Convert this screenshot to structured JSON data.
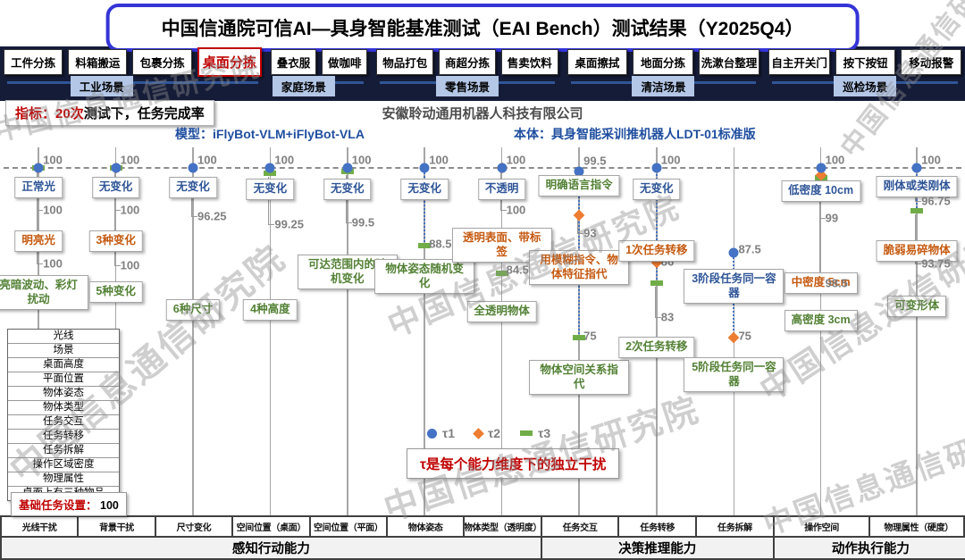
{
  "header": {
    "title": "中国信通院可信AI—具身智能基准测试（EAI Bench）测试结果（Y2025Q4）"
  },
  "task_groups": [
    {
      "scenario": "工业场景",
      "tasks": [
        {
          "label": "工件分拣",
          "active": false
        },
        {
          "label": "料箱搬运",
          "active": false
        },
        {
          "label": "包裹分拣",
          "active": false
        },
        {
          "label": "桌面分拣",
          "active": true
        }
      ]
    },
    {
      "scenario": "家庭场景",
      "tasks": [
        {
          "label": "叠衣服",
          "active": false
        },
        {
          "label": "做咖啡",
          "active": false
        }
      ]
    },
    {
      "scenario": "零售场景",
      "tasks": [
        {
          "label": "物品打包",
          "active": false
        },
        {
          "label": "商超分拣",
          "active": false
        },
        {
          "label": "售卖饮料",
          "active": false
        }
      ]
    },
    {
      "scenario": "清洁场景",
      "tasks": [
        {
          "label": "桌面擦拭",
          "active": false
        },
        {
          "label": "地面分拣",
          "active": false
        },
        {
          "label": "洗漱台整理",
          "active": false
        }
      ]
    },
    {
      "scenario": "巡检场景",
      "tasks": [
        {
          "label": "自主开关门",
          "active": false
        },
        {
          "label": "按下按钮",
          "active": false
        },
        {
          "label": "移动报警",
          "active": false
        }
      ]
    }
  ],
  "indicator": {
    "label": "指标：",
    "highlight": "20次",
    "rest": "测试下，任务完成率"
  },
  "company": "安徽聆动通用机器人科技有限公司",
  "model": {
    "label": "模型：",
    "value": "iFlyBot-VLM+iFlyBot-VLA"
  },
  "robot": {
    "label": "本体：",
    "value": "具身智能采训推机器人LDT-01标准版"
  },
  "dimension_list": {
    "items": [
      "光线",
      "场景",
      "桌面高度",
      "平面位置",
      "物体姿态",
      "物体类型",
      "任务交互",
      "任务转移",
      "任务拆解",
      "操作区域密度",
      "物理属性",
      "桌面上有三种物品"
    ],
    "base_label": "基础任务设置：",
    "base_value": "100"
  },
  "legend": {
    "items": [
      {
        "symbol": "circle",
        "color": "#4472C4",
        "label": "τ1"
      },
      {
        "symbol": "diamond",
        "color": "#ED7D31",
        "label": "τ2"
      },
      {
        "symbol": "dash",
        "color": "#70AD47",
        "label": "τ3"
      }
    ],
    "note": "τ是每个能力维度下的独立干扰"
  },
  "watermark": {
    "text": "中国信息通信研究院"
  },
  "chart_data": {
    "type": "scatter",
    "ylabel": "任务完成率",
    "ylim": [
      0,
      100
    ],
    "baseline": 100,
    "marker_map": {
      "tau1": "blue circle",
      "tau2": "orange diamond",
      "tau3": "green dash"
    },
    "groups": [
      {
        "label": "感知行动能力",
        "span": 7
      },
      {
        "label": "决策推理能力",
        "span": 3
      },
      {
        "label": "动作执行能力",
        "span": 2
      }
    ],
    "columns": [
      {
        "axis": "光线干扰",
        "group": "感知行动能力",
        "dotted": false,
        "points": [
          {
            "tau": 1,
            "label": "正常光",
            "color": "blue",
            "value": 100,
            "label_y": 33,
            "value_y": 14
          },
          {
            "tau": 2,
            "label": "明亮光",
            "color": "orange",
            "value": 100,
            "label_y": 93,
            "value_y": 70
          },
          {
            "tau": 3,
            "label": "亮暗波动、彩灯扰动",
            "color": "green",
            "value": 100,
            "label_y": 143,
            "value_y": 130
          }
        ]
      },
      {
        "axis": "背景干扰",
        "group": "感知行动能力",
        "dotted": false,
        "points": [
          {
            "tau": 1,
            "label": "无变化",
            "color": "blue",
            "value": 100,
            "label_y": 33,
            "value_y": 14
          },
          {
            "tau": 2,
            "label": "3种变化",
            "color": "orange",
            "value": 100,
            "label_y": 93,
            "value_y": 70
          },
          {
            "tau": 3,
            "label": "5种变化",
            "color": "green",
            "value": 100,
            "label_y": 150,
            "value_y": 132
          }
        ]
      },
      {
        "axis": "尺寸变化",
        "group": "感知行动能力",
        "dotted": false,
        "points": [
          {
            "tau": 1,
            "label": "无变化",
            "color": "blue",
            "value": 100,
            "label_y": 33,
            "value_y": 14
          },
          {
            "tau": 3,
            "label": "6种尺寸",
            "color": "green",
            "value": 96.25,
            "label_y": 170,
            "value_y": 77
          }
        ]
      },
      {
        "axis": "空间位置（桌面）",
        "group": "感知行动能力",
        "dotted": false,
        "points": [
          {
            "tau": 1,
            "label": "无变化",
            "color": "blue",
            "value": 100,
            "label_y": 35,
            "value_y": 14
          },
          {
            "tau": 3,
            "label": "4种高度",
            "color": "green",
            "value": 99.25,
            "label_y": 170,
            "value_y": 86
          }
        ]
      },
      {
        "axis": "空间位置（平面）",
        "group": "感知行动能力",
        "dotted": false,
        "points": [
          {
            "tau": 1,
            "label": "无变化",
            "color": "blue",
            "value": 100,
            "label_y": 35,
            "value_y": 14
          },
          {
            "tau": 3,
            "label": "可达范围内的随机变化",
            "color": "green",
            "value": 99.5,
            "label_y": 120,
            "value_y": 84
          }
        ]
      },
      {
        "axis": "物体姿态",
        "group": "感知行动能力",
        "dotted": true,
        "points": [
          {
            "tau": 1,
            "label": "无变化",
            "color": "blue",
            "value": 100,
            "label_y": 35,
            "value_y": 14
          },
          {
            "tau": 3,
            "label": "物体姿态随机变化",
            "color": "green",
            "value": 88.5,
            "label_y": 125,
            "value_y": 108
          }
        ]
      },
      {
        "axis": "物体类型（透明度）",
        "group": "感知行动能力",
        "dotted": false,
        "points": [
          {
            "tau": 1,
            "label": "不透明",
            "color": "blue",
            "value": 100,
            "label_y": 35,
            "value_y": 14
          },
          {
            "tau": 2,
            "label": "透明表面、带标签",
            "color": "orange",
            "value": 100,
            "label_y": 90,
            "value_y": 70
          },
          {
            "tau": 3,
            "label": "全透明物体",
            "color": "green",
            "value": 84.5,
            "label_y": 172,
            "value_y": 137
          }
        ]
      },
      {
        "axis": "任务交互",
        "group": "决策推理能力",
        "dotted": true,
        "points": [
          {
            "tau": 1,
            "label": "明确语言指令",
            "color": "green",
            "value": 99.5,
            "label_y": 31,
            "value_y": 15
          },
          {
            "tau": 2,
            "label": "用模糊指令、物体特征指代",
            "color": "orange",
            "value": 93,
            "label_y": 115,
            "value_y": 96
          },
          {
            "tau": 3,
            "label": "物体空间关系指代",
            "color": "green",
            "value": 75,
            "label_y": 238,
            "value_y": 211
          }
        ]
      },
      {
        "axis": "任务转移",
        "group": "决策推理能力",
        "dotted": true,
        "points": [
          {
            "tau": 1,
            "label": "无变化",
            "color": "blue",
            "value": 100,
            "label_y": 35,
            "value_y": 14
          },
          {
            "tau": 2,
            "label": "1次任务转移",
            "color": "orange",
            "value": 86,
            "label_y": 104,
            "value_y": 128
          },
          {
            "tau": 3,
            "label": "2次任务转移",
            "color": "green",
            "value": 83,
            "label_y": 212,
            "value_y": 190
          }
        ]
      },
      {
        "axis": "任务拆解",
        "group": "决策推理能力",
        "dotted": true,
        "points": [
          {
            "tau": 1,
            "label": "3阶段任务同一容器",
            "color": "blue",
            "value": 87.5,
            "label_y": 136,
            "value_y": 114
          },
          {
            "tau": 2,
            "label": "5阶段任务同一容器",
            "color": "green",
            "value": 75,
            "label_y": 235,
            "value_y": 211
          }
        ]
      },
      {
        "axis": "操作空间",
        "group": "动作执行能力",
        "dotted": true,
        "points": [
          {
            "tau": 1,
            "label": "低密度 10cm",
            "color": "blue",
            "value": 100,
            "label_y": 37,
            "value_y": 14
          },
          {
            "tau": 2,
            "label": "中密度 5cm",
            "color": "orange",
            "value": 99,
            "label_y": 140,
            "value_y": 79
          },
          {
            "tau": 3,
            "label": "高密度 3cm",
            "color": "green",
            "value": 98.5,
            "label_y": 182,
            "value_y": 152
          }
        ]
      },
      {
        "axis": "物理属性（硬度）",
        "group": "动作执行能力",
        "dotted": true,
        "points": [
          {
            "tau": 1,
            "label": "刚体或类刚体",
            "color": "blue",
            "value": 100,
            "label_y": 32,
            "value_y": 14
          },
          {
            "tau": 2,
            "label": "脆弱易碎物体",
            "color": "orange",
            "value": 96.75,
            "label_y": 104,
            "value_y": 60
          },
          {
            "tau": 3,
            "label": "可变形体",
            "color": "green",
            "value": 93.75,
            "label_y": 166,
            "value_y": 130
          }
        ]
      }
    ]
  }
}
